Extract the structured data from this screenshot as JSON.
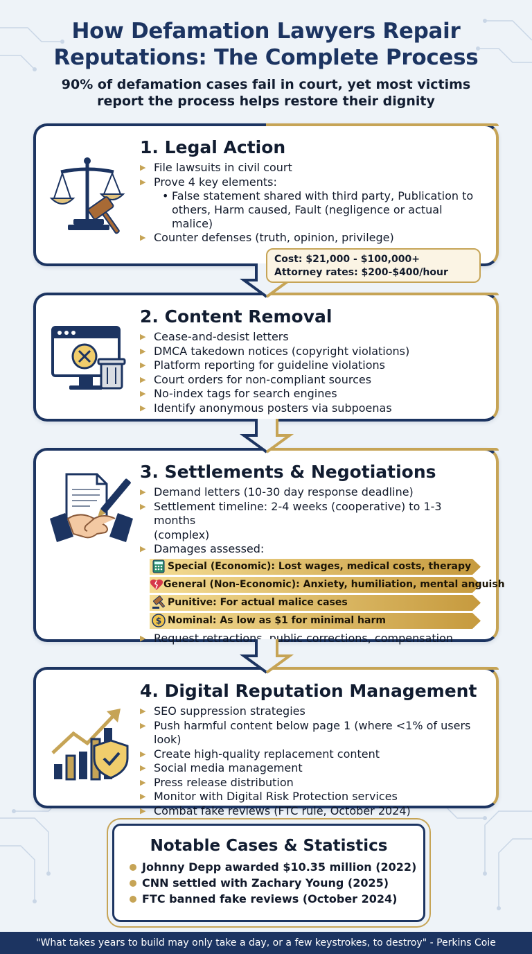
{
  "header": {
    "title_line1": "How Defamation Lawyers Repair",
    "title_line2": "Reputations: The Complete Process",
    "subtitle_line1": "90% of defamation cases fail in court, yet most victims",
    "subtitle_line2": "report the process helps restore their dignity"
  },
  "colors": {
    "navy": "#1c3461",
    "gold": "#c6a456",
    "background": "#eef3f8"
  },
  "sections": [
    {
      "title": "1. Legal Action",
      "icon": "scales-gavel-icon",
      "bullets": [
        "File lawsuits in civil court",
        "Prove 4 key elements:"
      ],
      "sub_bullet_lines": [
        "False statement shared with third party, Publication to",
        "others, Harm caused, Fault (negligence or actual",
        "malice)"
      ],
      "bullets_after": [
        "Counter defenses (truth, opinion, privilege)"
      ],
      "cost_line1": "Cost: $21,000 - $100,000+",
      "cost_line2": "Attorney rates: $200-$400/hour"
    },
    {
      "title": "2. Content Removal",
      "icon": "browser-remove-trash-icon",
      "bullets": [
        "Cease-and-desist letters",
        "DMCA takedown notices (copyright violations)",
        "Platform reporting for guideline violations",
        "Court orders for non-compliant sources",
        "No-index tags for search engines",
        "Identify anonymous posters via subpoenas"
      ]
    },
    {
      "title": "3. Settlements & Negotiations",
      "icon": "handshake-document-icon",
      "bullets": [
        "Demand letters (10-30 day response deadline)",
        "Settlement timeline: 2-4 weeks (cooperative) to 1-3 months",
        "(complex)",
        "Damages assessed:"
      ],
      "damages": [
        {
          "icon": "calculator-icon",
          "glyph": "🖩",
          "text": "Special (Economic): Lost wages, medical costs, therapy"
        },
        {
          "icon": "broken-heart-icon",
          "glyph": "💔",
          "text": "General (Non-Economic): Anxiety, humiliation, mental anguish"
        },
        {
          "icon": "gavel-icon",
          "glyph": "🔨",
          "text": "Punitive: For actual malice cases"
        },
        {
          "icon": "coin-icon",
          "glyph": "$",
          "text": "Nominal: As low as $1 for minimal harm"
        }
      ],
      "bullets_after": [
        "Request retractions, public corrections, compensation"
      ]
    },
    {
      "title": "4. Digital Reputation Management",
      "icon": "growth-chart-shield-icon",
      "bullets": [
        "SEO suppression strategies",
        "Push harmful content below page 1 (where <1% of users look)",
        "Create high-quality replacement content",
        "Social media management",
        "Press release distribution",
        "Monitor with Digital Risk Protection services",
        "Combat fake reviews (FTC rule, October 2024)"
      ]
    }
  ],
  "notable": {
    "title": "Notable Cases & Statistics",
    "items": [
      "Johnny Depp awarded $10.35 million (2022)",
      "CNN settled with Zachary Young (2025)",
      "FTC banned fake reviews (October 2024)"
    ]
  },
  "footer": {
    "quote": "\"What takes years to build may only take a day, or a few keystrokes, to destroy\" - Perkins Coie"
  }
}
